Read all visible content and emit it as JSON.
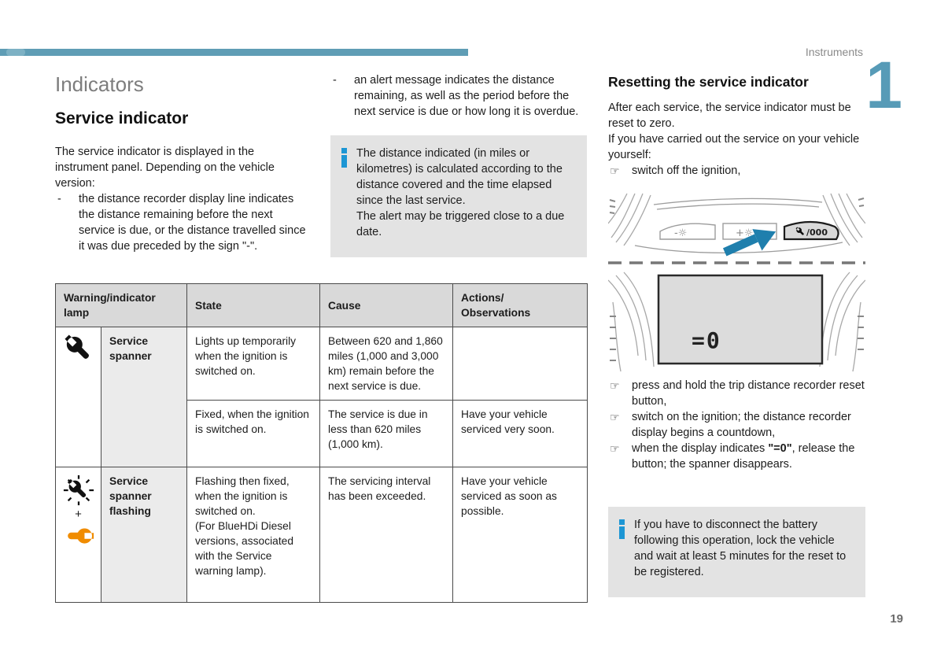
{
  "theme": {
    "accent_teal": "#5f9db5",
    "info_blue": "#1d96d4",
    "orange_spanner": "#f08c00",
    "box_gray": "#e3e3e3",
    "table_header_gray": "#d9d9d9"
  },
  "header": {
    "section_label": "Instruments",
    "chapter_number": "1"
  },
  "footer": {
    "page_number": "19"
  },
  "left_column": {
    "title": "Indicators",
    "subtitle": "Service indicator",
    "intro": "The service indicator is displayed in the instrument panel. Depending on the vehicle version:",
    "bullet_marker": "-",
    "bullet_text": "the distance recorder display line indicates the distance remaining before the next service is due, or the distance travelled since it was due preceded by the sign \"-\"."
  },
  "middle_column": {
    "bullet_marker": "-",
    "bullet_text": "an alert message indicates the distance remaining, as well as the period before the next service is due or how long it is overdue.",
    "info_box": {
      "line1": "The distance indicated (in miles or kilometres) is calculated according to the distance covered and the time elapsed since the last service.",
      "line2": "The alert may be triggered close to a due date."
    }
  },
  "right_column": {
    "title": "Resetting the service indicator",
    "para1": "After each service, the service indicator must be reset to zero.",
    "para2": "If you have carried out the service on your vehicle yourself:",
    "step_marker": "☞",
    "step0": "switch off the ignition,",
    "illustration": {
      "button_minus_label": "-☼",
      "button_plus_label": "+☼",
      "button_reset_label": "/000",
      "display_value": "=0"
    },
    "steps_after": [
      "press and hold the trip distance recorder reset button,",
      "switch on the ignition; the distance recorder display begins a countdown,"
    ],
    "step_final": {
      "pre": "when the display indicates ",
      "bold": "\"=0\"",
      "post": ", release the button; the spanner disappears."
    },
    "info_box": {
      "text": "If you have to disconnect the battery following this operation, lock the vehicle and wait at least 5 minutes for the reset to be registered."
    }
  },
  "table": {
    "col1_header": "Warning/indicator lamp",
    "col2_header": "State",
    "col3_header": "Cause",
    "col4_header_line1": "Actions/",
    "col4_header_line2": "Observations",
    "row1": {
      "lamp_name": "Service spanner",
      "entry1": {
        "state": "Lights up temporarily when the ignition is switched on.",
        "cause": "Between 620 and 1,860 miles (1,000 and 3,000 km) remain before the next service is due.",
        "actions": ""
      },
      "entry2": {
        "state": "Fixed, when the ignition is switched on.",
        "cause": "The service is due in less than 620 miles (1,000 km).",
        "actions": "Have your vehicle serviced very soon."
      }
    },
    "row2": {
      "lamp_name": "Service spanner flashing",
      "plus_sign": "+",
      "state_line1": "Flashing then fixed, when the ignition is switched on.",
      "state_line2": "(For BlueHDi Diesel versions, associated with the Service warning lamp).",
      "cause": "The servicing interval has been exceeded.",
      "actions": "Have your vehicle serviced as soon as possible."
    }
  }
}
